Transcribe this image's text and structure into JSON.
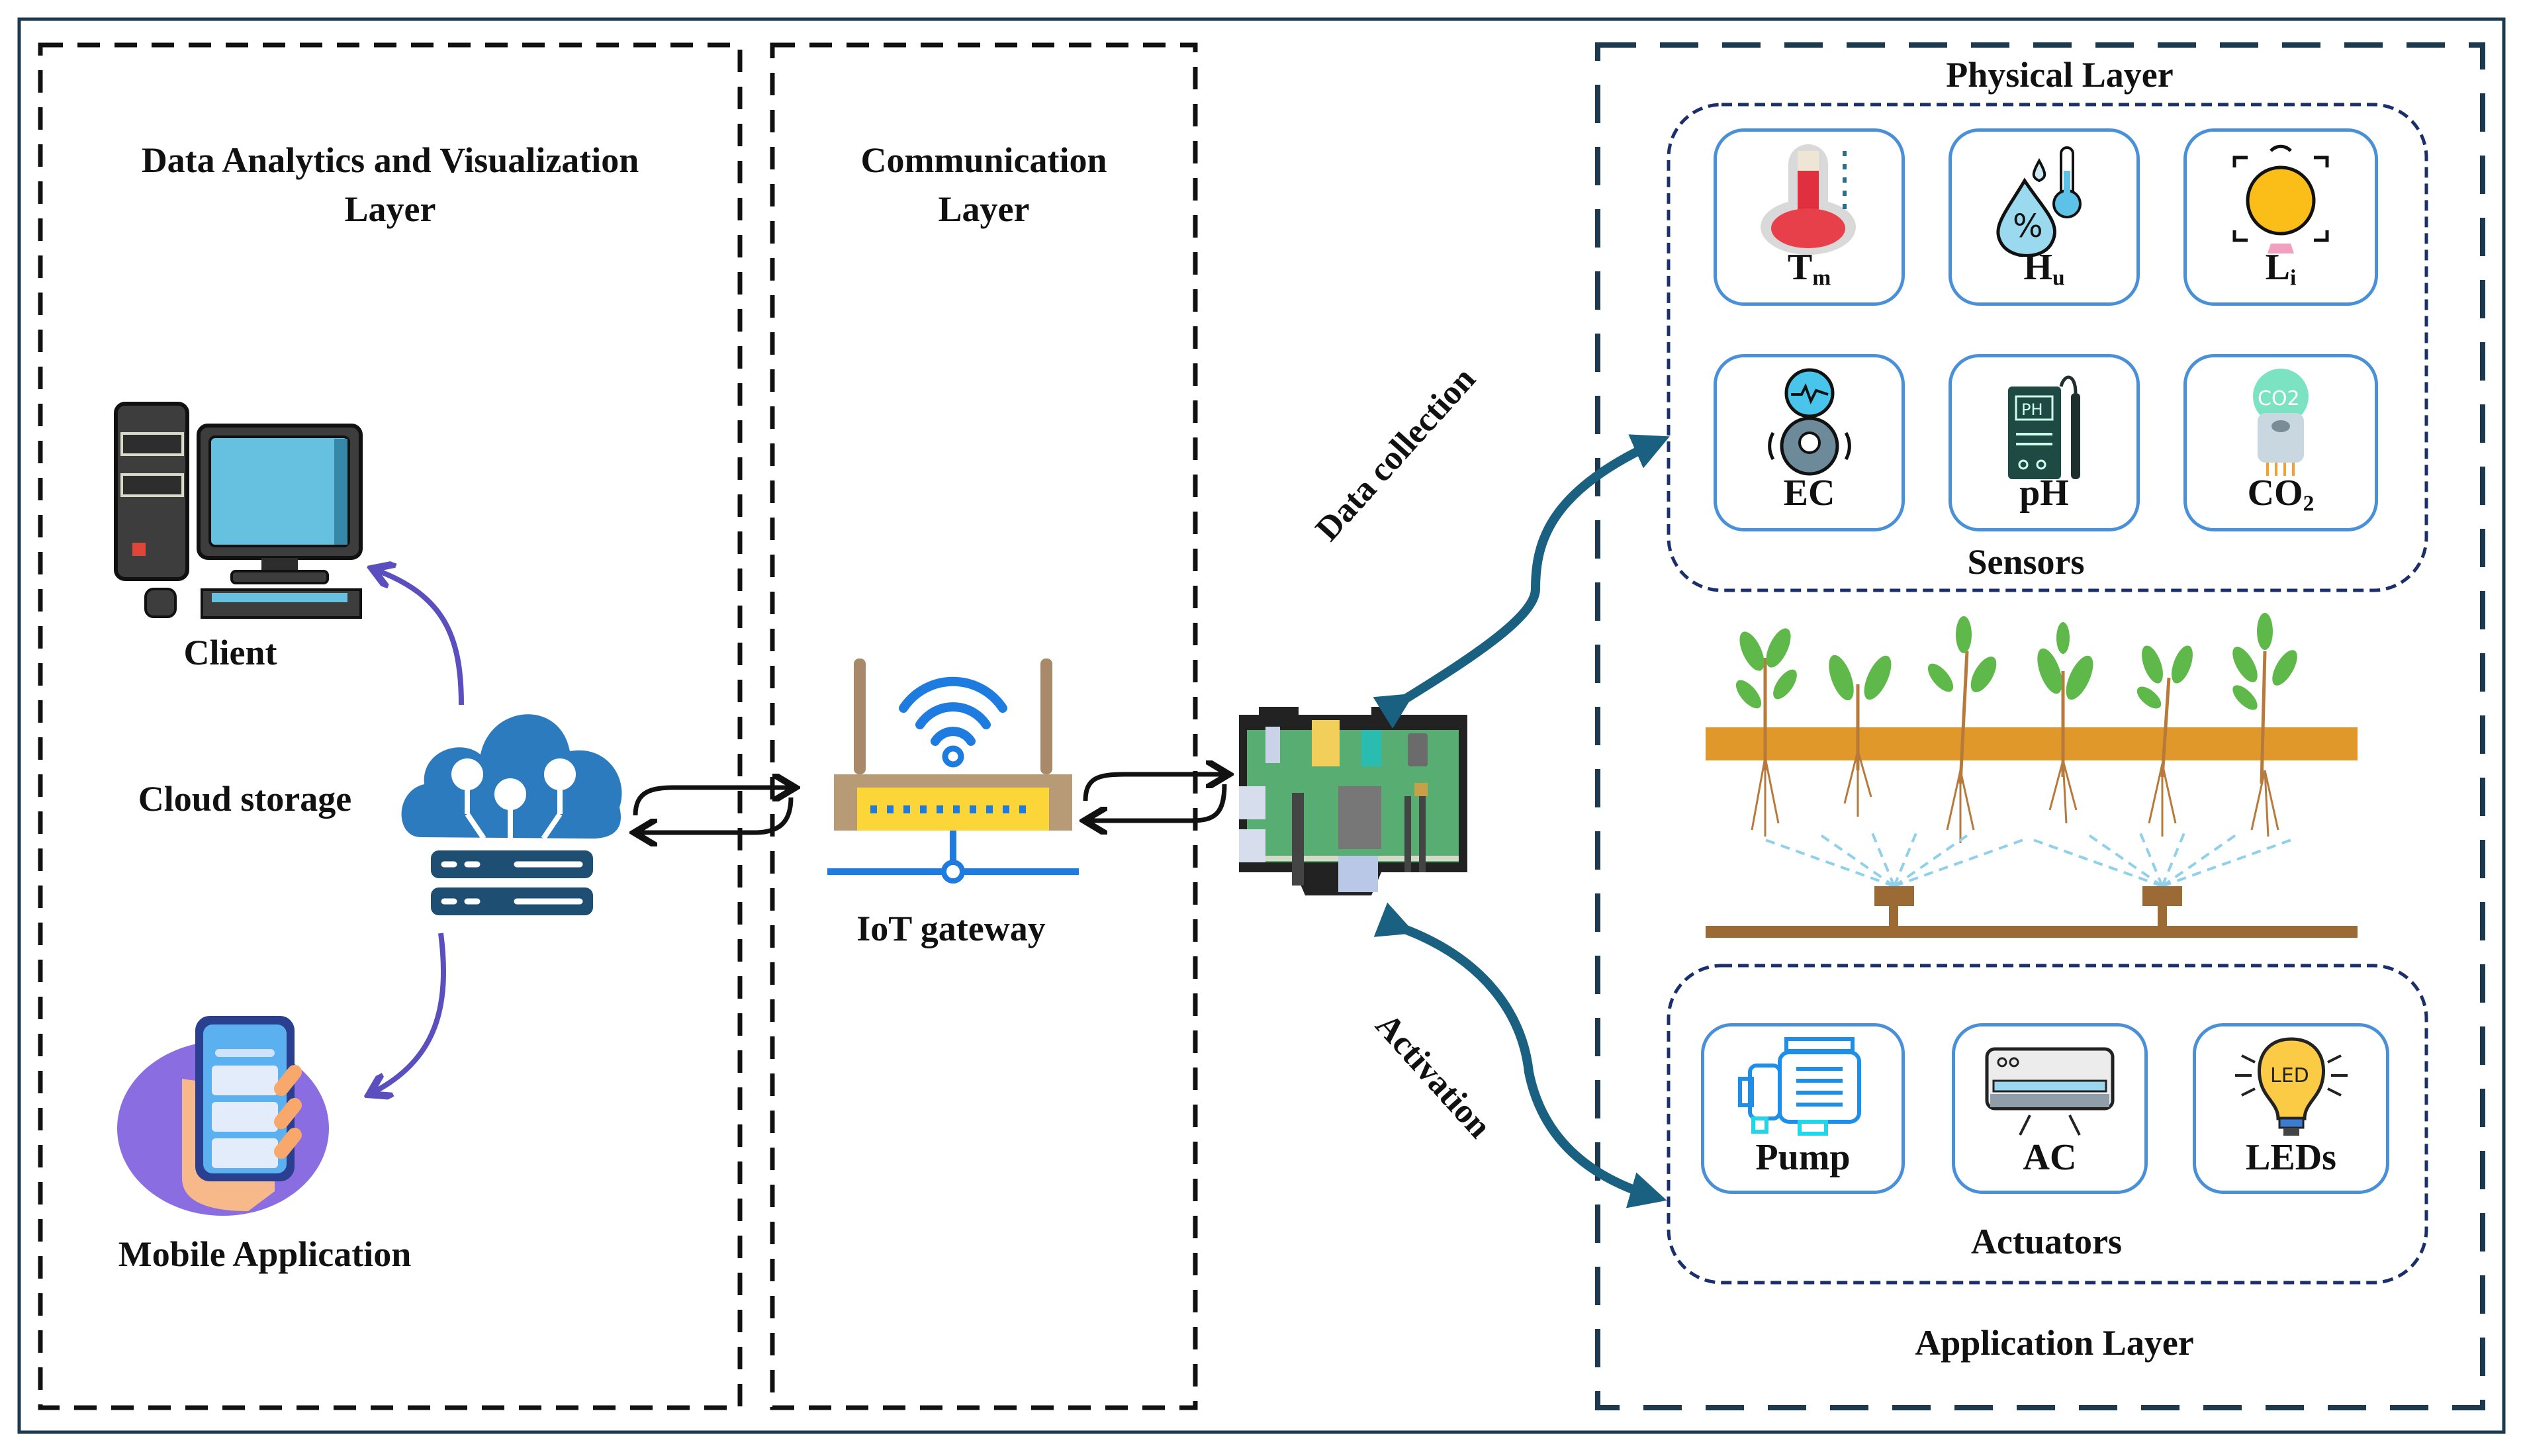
{
  "layers": {
    "analytics": {
      "title_line1": "Data Analytics and Visualization",
      "title_line2": "Layer"
    },
    "communication": {
      "title_line1": "Communication",
      "title_line2": "Layer"
    },
    "physical": {
      "title": "Physical Layer"
    },
    "application": {
      "title": "Application Layer"
    }
  },
  "analytics_nodes": {
    "client": "Client",
    "cloud": "Cloud storage",
    "mobile": "Mobile Application"
  },
  "communication_nodes": {
    "gateway": "IoT gateway"
  },
  "flows": {
    "data_collection": "Data collection",
    "activation": "Activation"
  },
  "sensors": {
    "group_label": "Sensors",
    "items": [
      {
        "main": "T",
        "sub": "m",
        "icon": "thermometer-icon"
      },
      {
        "main": "H",
        "sub": "u",
        "icon": "humidity-icon"
      },
      {
        "main": "L",
        "sub": "i",
        "icon": "light-sensor-icon"
      },
      {
        "main": "EC",
        "sub": "",
        "icon": "ec-sensor-icon"
      },
      {
        "main": "pH",
        "sub": "",
        "icon": "ph-meter-icon"
      },
      {
        "main": "CO",
        "sub": "2",
        "icon": "co2-sensor-icon"
      }
    ]
  },
  "actuators": {
    "group_label": "Actuators",
    "items": [
      {
        "label": "Pump",
        "icon": "pump-icon"
      },
      {
        "label": "AC",
        "icon": "air-conditioner-icon"
      },
      {
        "label": "LEDs",
        "icon": "led-bulb-icon",
        "bulb_text": "LED"
      }
    ]
  },
  "sensor_icon_text": {
    "ph_display": "PH",
    "co2_badge": "CO2"
  },
  "colors": {
    "frame": "#1c3a4f",
    "flow_arrow": "#1a6080",
    "cloud_arrow": "#5b4fc0",
    "tile_border": "#4a90d9",
    "group_border": "#1a2f6b"
  }
}
